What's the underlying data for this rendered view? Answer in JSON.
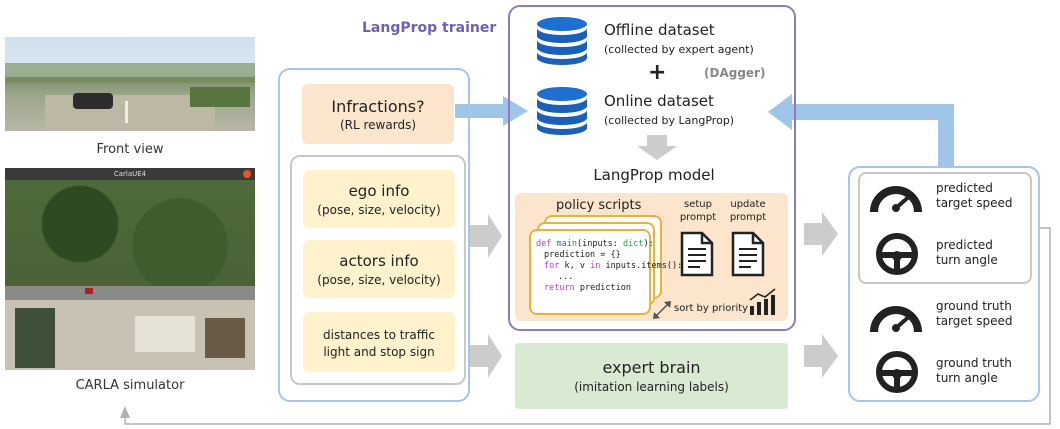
{
  "left": {
    "front_caption": "Front view",
    "carla_window_title": "CarlaUE4",
    "carla_caption": "CARLA simulator"
  },
  "trainer": {
    "label": "LangProp trainer",
    "infractions_title": "Infractions?",
    "infractions_sub": "(RL rewards)",
    "ego_title": "ego info",
    "ego_sub": "(pose, size, velocity)",
    "actors_title": "actors info",
    "actors_sub": "(pose, size, velocity)",
    "dist_line1": "distances to traffic",
    "dist_line2": "light and stop sign"
  },
  "datasets": {
    "offline_title": "Offline dataset",
    "offline_sub": "(collected by expert agent)",
    "plus": "+",
    "dagger": "(DAgger)",
    "online_title": "Online dataset",
    "online_sub": "(collected by LangProp)"
  },
  "model": {
    "title": "LangProp model",
    "policy_scripts": "policy scripts",
    "setup_prompt_1": "setup",
    "setup_prompt_2": "prompt",
    "update_prompt_1": "update",
    "update_prompt_2": "prompt",
    "sort_label": "sort by priority",
    "code": {
      "line1_def": "def",
      "line1_name": "main",
      "line1_args_a": "(inputs: ",
      "line1_type": "dict",
      "line1_args_b": "):",
      "line2": "prediction = {}",
      "line3_for": "for",
      "line3_mid": " k, v ",
      "line3_in": "in",
      "line3_end": " inputs.items():",
      "line4": "...",
      "line5_ret": "return",
      "line5_end": " prediction"
    }
  },
  "expert": {
    "title": "expert brain",
    "sub": "(imitation learning labels)"
  },
  "outputs": {
    "pred_speed_1": "predicted",
    "pred_speed_2": "target speed",
    "pred_angle_1": "predicted",
    "pred_angle_2": "turn angle",
    "gt_speed_1": "ground truth",
    "gt_speed_2": "target speed",
    "gt_angle_1": "ground truth",
    "gt_angle_2": "turn angle"
  },
  "colors": {
    "trainer_border": "#a7c4ea",
    "model_border": "#8e7cc3",
    "info_fill": "#fff2cc",
    "infractions_fill": "#fce5cd",
    "model_fill": "#fce5cd",
    "expert_fill": "#d9ead3",
    "arrow_blue": "#9fc5e8",
    "arrow_gray": "#cccccc",
    "accent_text": "#6f5fb8"
  }
}
